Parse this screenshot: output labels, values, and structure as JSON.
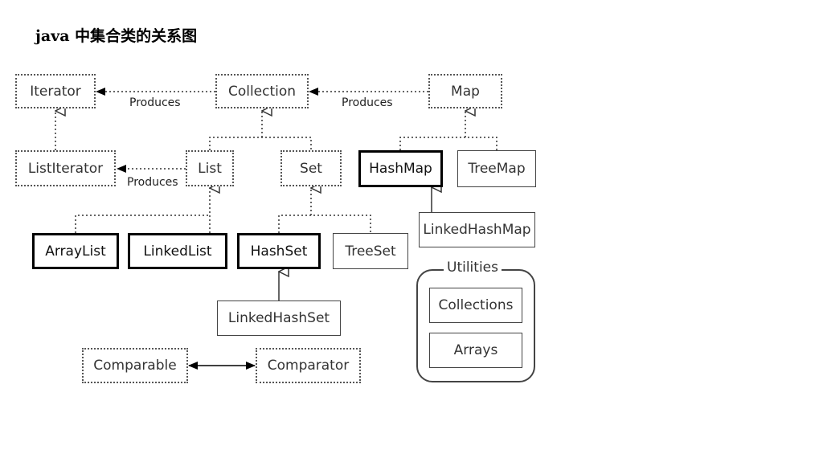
{
  "title": "java 中集合类的关系图",
  "nodes": {
    "iterator": "Iterator",
    "collection": "Collection",
    "map": "Map",
    "list_iterator": "ListIterator",
    "list": "List",
    "set": "Set",
    "hash_map": "HashMap",
    "tree_map": "TreeMap",
    "linked_hash_map": "LinkedHashMap",
    "array_list": "ArrayList",
    "linked_list": "LinkedList",
    "hash_set": "HashSet",
    "tree_set": "TreeSet",
    "linked_hash_set": "LinkedHashSet",
    "comparable": "Comparable",
    "comparator": "Comparator"
  },
  "utilities": {
    "label": "Utilities",
    "collections": "Collections",
    "arrays": "Arrays"
  },
  "edge_labels": {
    "collection_produces_iterator": "Produces",
    "map_produces_collection": "Produces",
    "list_produces_listiterator": "Produces"
  },
  "colors": {
    "line": "#333333",
    "box_border": "#555555",
    "emphasis_border": "#000000"
  }
}
